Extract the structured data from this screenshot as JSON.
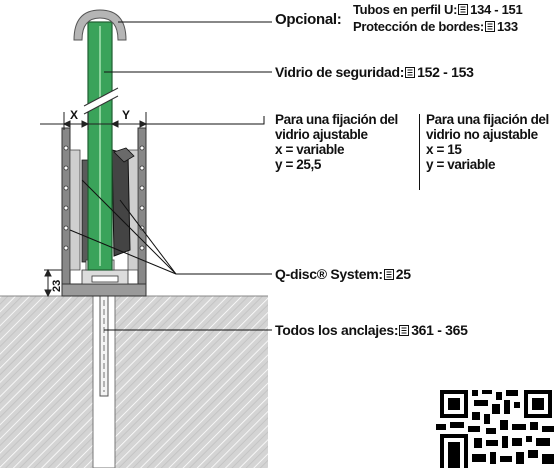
{
  "labels": {
    "opcional": {
      "prefix": "Opcional:",
      "line1_text": "Tubos en perfil U:",
      "line1_ref": "134 - 151",
      "line2_text": "Protección de bordes:",
      "line2_ref": "133"
    },
    "vidrio": {
      "text": "Vidrio de seguridad:",
      "ref": "152 - 153"
    },
    "adjustable": {
      "line1": "Para una fijación del",
      "line2": "vidrio ajustable",
      "line3": "x = variable",
      "line4": "y = 25,5"
    },
    "non_adjustable": {
      "line1": "Para una fijación del",
      "line2": "vidrio no ajustable",
      "line3": "x = 15",
      "line4": "y = variable"
    },
    "qdisc": {
      "text": "Q-disc® System:",
      "ref": "25"
    },
    "anclajes": {
      "text": "Todos los anclajes:",
      "ref": "361 - 365"
    }
  },
  "dimensions": {
    "x": "X",
    "y": "Y",
    "height": "23"
  },
  "icons": [
    "book-reference-icon",
    "qr-code"
  ],
  "colors": {
    "glass": "#3aa35a",
    "profile": "#7d7d7d",
    "ground": "#cfcfcf",
    "edge_cap": "#b5b5b5"
  }
}
